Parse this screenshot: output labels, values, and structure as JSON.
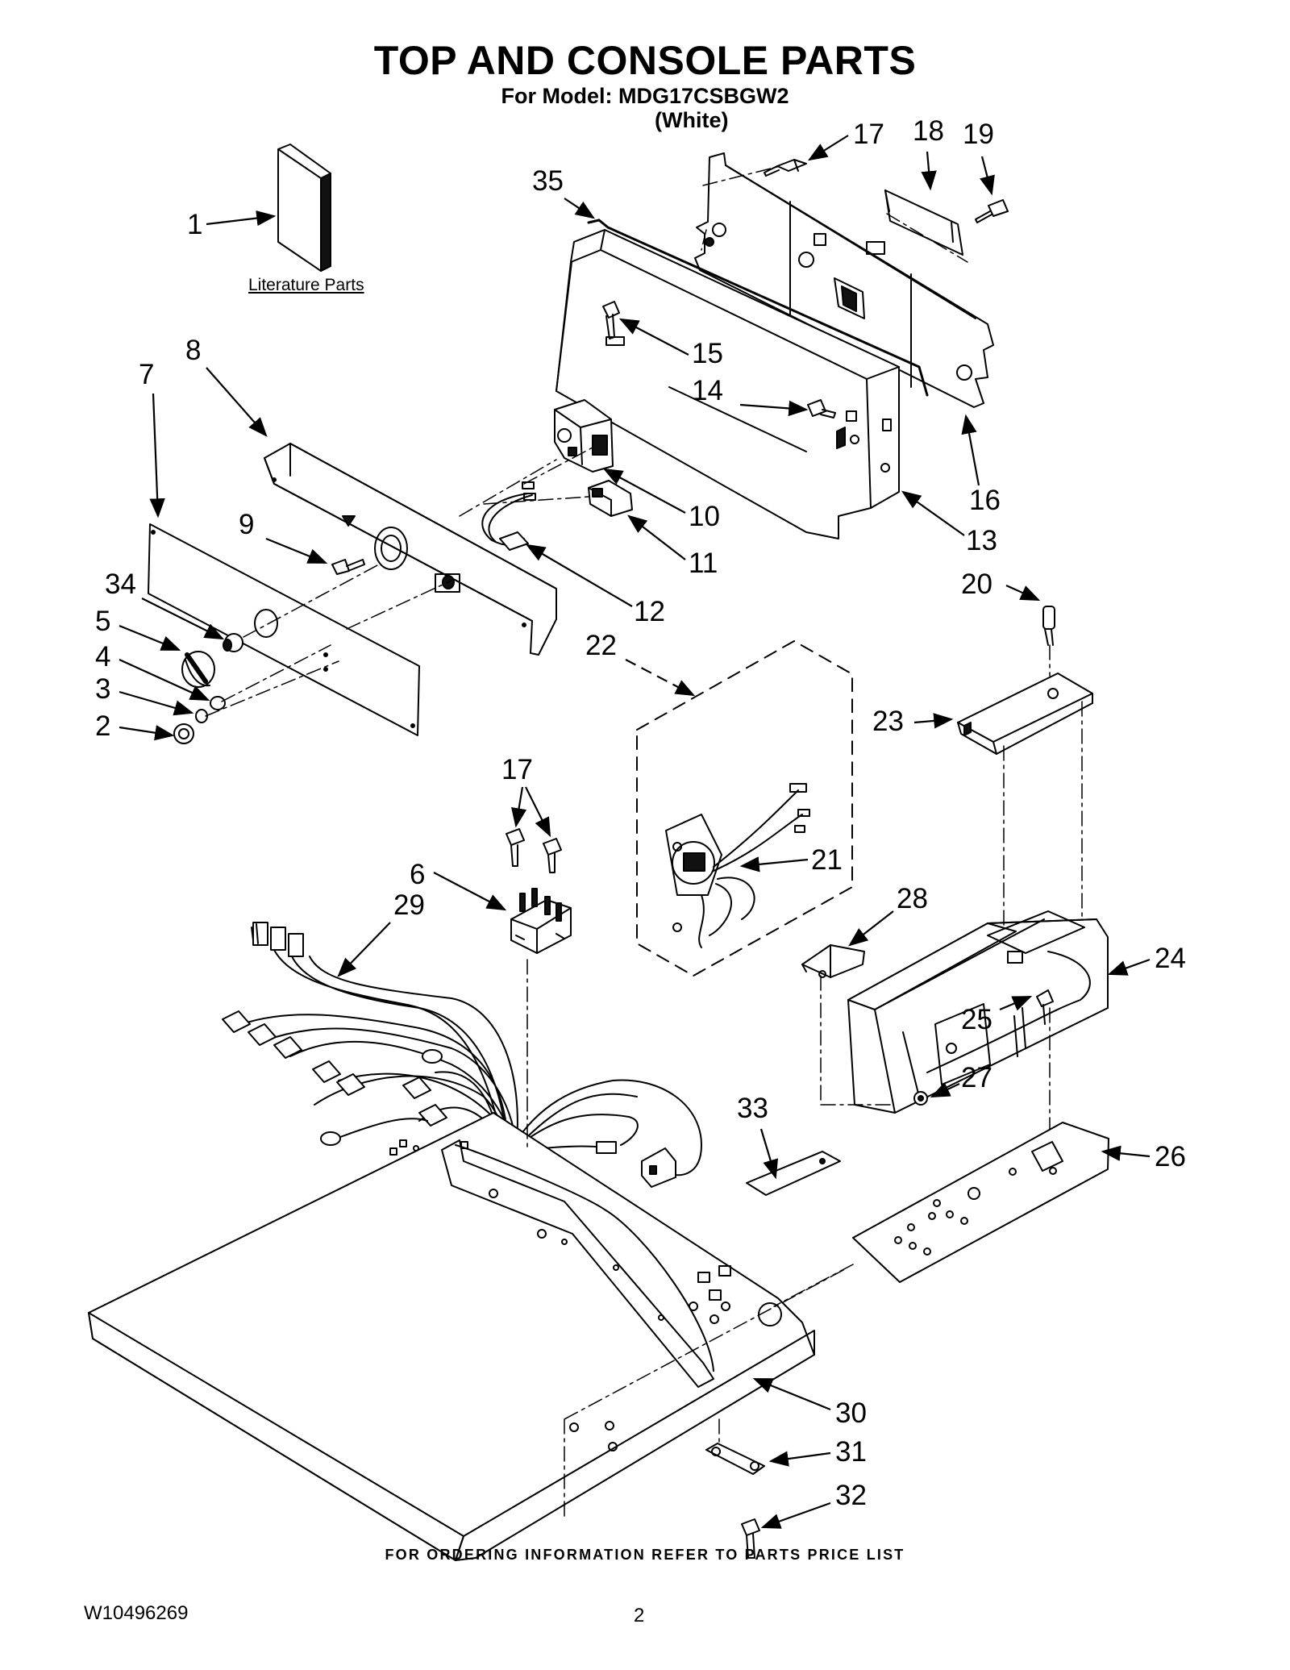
{
  "header": {
    "title": "TOP AND CONSOLE PARTS",
    "model_line": "For Model: MDG17CSBGW2",
    "color_line": "(White)"
  },
  "literature_label": "Literature Parts",
  "footer": {
    "ordering_note": "FOR ORDERING INFORMATION REFER TO PARTS PRICE LIST",
    "document_number": "W10496269",
    "page_number": "2"
  },
  "callouts": [
    {
      "id": "c1",
      "label": "1"
    },
    {
      "id": "c2",
      "label": "2"
    },
    {
      "id": "c3",
      "label": "3"
    },
    {
      "id": "c4",
      "label": "4"
    },
    {
      "id": "c5",
      "label": "5"
    },
    {
      "id": "c6",
      "label": "6"
    },
    {
      "id": "c7",
      "label": "7"
    },
    {
      "id": "c8",
      "label": "8"
    },
    {
      "id": "c9",
      "label": "9"
    },
    {
      "id": "c10",
      "label": "10"
    },
    {
      "id": "c11",
      "label": "11"
    },
    {
      "id": "c12",
      "label": "12"
    },
    {
      "id": "c13",
      "label": "13"
    },
    {
      "id": "c14",
      "label": "14"
    },
    {
      "id": "c15",
      "label": "15"
    },
    {
      "id": "c16",
      "label": "16"
    },
    {
      "id": "c17a",
      "label": "17"
    },
    {
      "id": "c17b",
      "label": "17"
    },
    {
      "id": "c18",
      "label": "18"
    },
    {
      "id": "c19",
      "label": "19"
    },
    {
      "id": "c20",
      "label": "20"
    },
    {
      "id": "c21",
      "label": "21"
    },
    {
      "id": "c22",
      "label": "22"
    },
    {
      "id": "c23",
      "label": "23"
    },
    {
      "id": "c24",
      "label": "24"
    },
    {
      "id": "c25",
      "label": "25"
    },
    {
      "id": "c26",
      "label": "26"
    },
    {
      "id": "c27",
      "label": "27"
    },
    {
      "id": "c28",
      "label": "28"
    },
    {
      "id": "c29",
      "label": "29"
    },
    {
      "id": "c30",
      "label": "30"
    },
    {
      "id": "c31",
      "label": "31"
    },
    {
      "id": "c32",
      "label": "32"
    },
    {
      "id": "c33",
      "label": "33"
    },
    {
      "id": "c34",
      "label": "34"
    },
    {
      "id": "c35",
      "label": "35"
    }
  ]
}
